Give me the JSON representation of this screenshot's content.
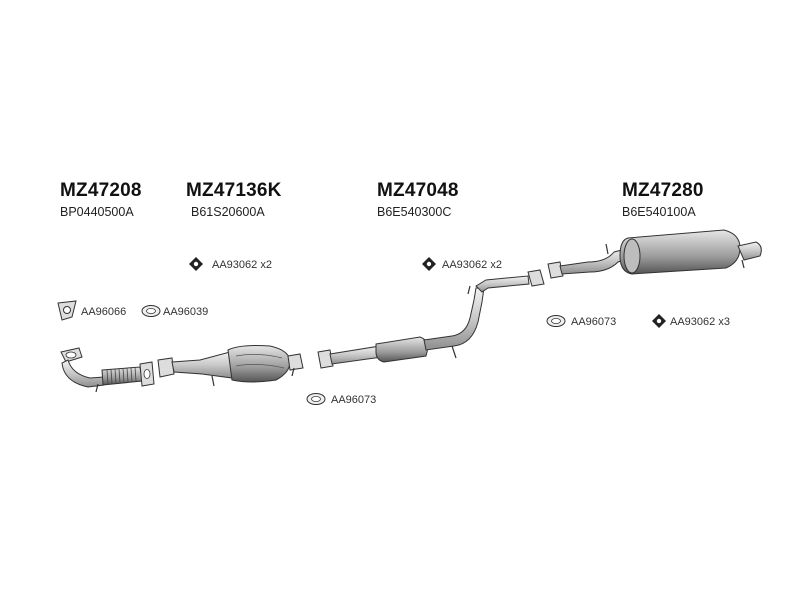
{
  "sections": [
    {
      "part_number": "MZ47208",
      "oem_number": "BP0440500A"
    },
    {
      "part_number": "MZ47136K",
      "oem_number": "B61S20600A"
    },
    {
      "part_number": "MZ47048",
      "oem_number": "B6E540300C"
    },
    {
      "part_number": "MZ47280",
      "oem_number": "B6E540100A"
    }
  ],
  "accessories": [
    {
      "label": "AA93062 x2",
      "icon": "clamp-icon"
    },
    {
      "label": "AA93062 x2",
      "icon": "clamp-icon"
    },
    {
      "label": "AA96066",
      "icon": "flange-gasket-icon"
    },
    {
      "label": "AA96039",
      "icon": "oval-gasket-icon"
    },
    {
      "label": "AA96073",
      "icon": "ring-gasket-icon"
    },
    {
      "label": "AA93062 x3",
      "icon": "clamp-icon"
    },
    {
      "label": "AA96073",
      "icon": "ring-gasket-icon"
    }
  ],
  "colors": {
    "line": "#333333",
    "fill": "#dcdcdc",
    "shade": "#9a9a9a"
  }
}
